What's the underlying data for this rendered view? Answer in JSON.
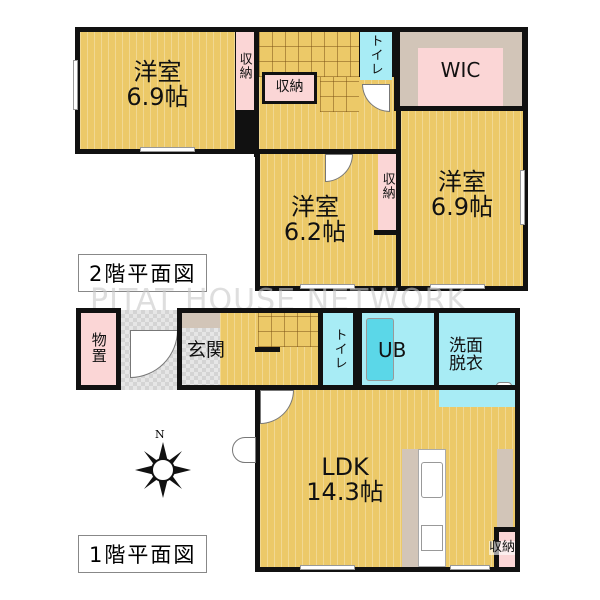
{
  "watermark": "PITAT HOUSE NETWORK",
  "floor2": {
    "title": "2階平面図",
    "rooms": [
      {
        "name": "洋室",
        "size": "6.9帖",
        "position": "top-left"
      },
      {
        "name": "洋室",
        "size": "6.2帖",
        "position": "center"
      },
      {
        "name": "洋室",
        "size": "6.9帖",
        "position": "right"
      }
    ],
    "storage_labels": [
      "収納",
      "収納",
      "収納"
    ],
    "toilet": "トイレ",
    "wic": "WIC"
  },
  "floor1": {
    "title": "1階平面図",
    "storeroom": "物置",
    "entrance": "玄関",
    "toilet": "トイレ",
    "bath": "UB",
    "washroom": "洗面\n脱衣",
    "washroom_line1": "洗面",
    "washroom_line2": "脱衣",
    "ldk": {
      "name": "LDK",
      "size": "14.3帖"
    },
    "storage": "収納"
  },
  "compass": {
    "label": "N"
  },
  "colors": {
    "wood": "#ecc968",
    "storage": "#fbd6d6",
    "wet_area": "#a8ecf5",
    "closet": "#d2c5b8",
    "wall": "#111111"
  }
}
